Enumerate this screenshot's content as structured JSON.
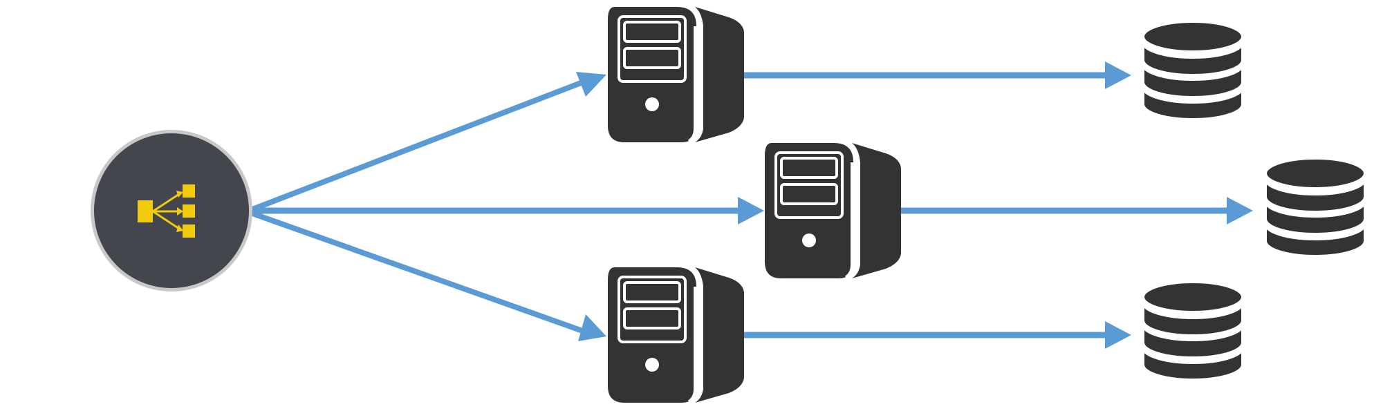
{
  "colors": {
    "arrow": "#5b9bd5",
    "server": "#333333",
    "database": "#333333",
    "hub_fill": "#43474d",
    "hub_ring": "#c8c8c8",
    "hub_icon": "#f2cc0c",
    "background": "#ffffff"
  },
  "nodes": {
    "hub": {
      "icon": "load-balancer-icon"
    },
    "servers": [
      {
        "id": "server-top",
        "icon": "server-icon"
      },
      {
        "id": "server-middle",
        "icon": "server-icon"
      },
      {
        "id": "server-bottom",
        "icon": "server-icon"
      }
    ],
    "databases": [
      {
        "id": "database-top",
        "icon": "database-icon"
      },
      {
        "id": "database-middle",
        "icon": "database-icon"
      },
      {
        "id": "database-bottom",
        "icon": "database-icon"
      }
    ]
  },
  "edges": [
    {
      "from": "hub",
      "to": "server-top"
    },
    {
      "from": "hub",
      "to": "server-middle"
    },
    {
      "from": "hub",
      "to": "server-bottom"
    },
    {
      "from": "server-top",
      "to": "database-top"
    },
    {
      "from": "server-middle",
      "to": "database-middle"
    },
    {
      "from": "server-bottom",
      "to": "database-bottom"
    }
  ]
}
